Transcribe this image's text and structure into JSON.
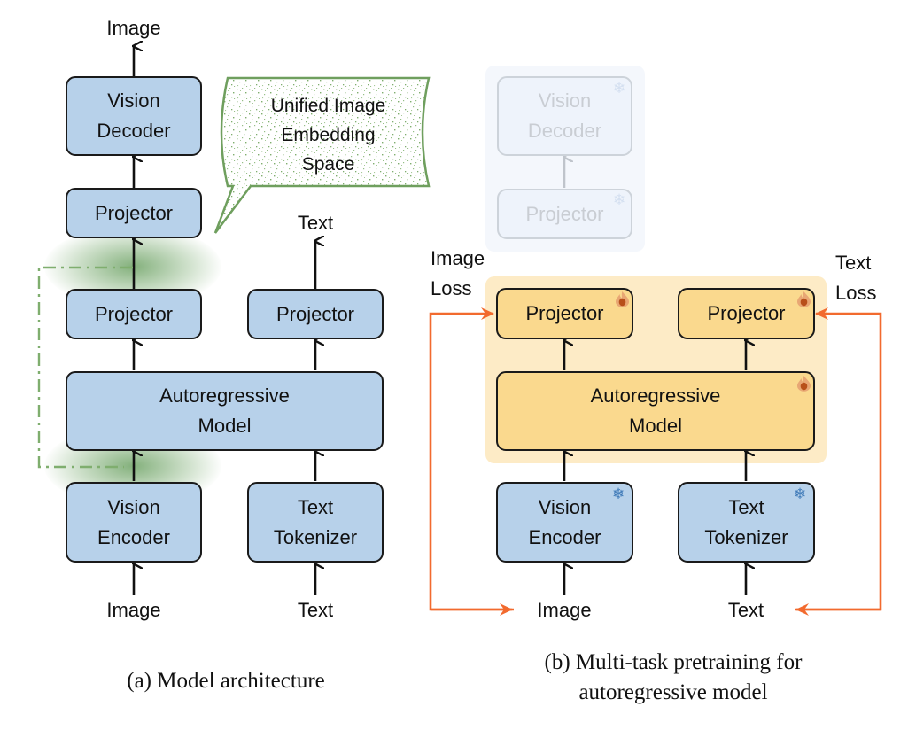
{
  "panel_a": {
    "caption": "(a) Model architecture",
    "labels": {
      "image_out": "Image",
      "text_out": "Text",
      "image_in": "Image",
      "text_in": "Text"
    },
    "boxes": {
      "vision_decoder": [
        "Vision",
        "Decoder"
      ],
      "projector_top": "Projector",
      "projector_image": "Projector",
      "projector_text": "Projector",
      "autoregressive": [
        "Autoregressive",
        "Model"
      ],
      "vision_encoder": [
        "Vision",
        "Encoder"
      ],
      "text_tokenizer": [
        "Text",
        "Tokenizer"
      ]
    },
    "callout": [
      "Unified Image",
      "Embedding",
      "Space"
    ]
  },
  "panel_b": {
    "caption": [
      "(b) Multi-task pretraining for",
      "autoregressive model"
    ],
    "labels": {
      "image_loss": [
        "Image",
        "Loss"
      ],
      "text_loss": [
        "Text",
        "Loss"
      ],
      "image_in": "Image",
      "text_in": "Text"
    },
    "boxes": {
      "vision_decoder": [
        "Vision",
        "Decoder"
      ],
      "projector_frozen": "Projector",
      "projector_image": "Projector",
      "projector_text": "Projector",
      "autoregressive": [
        "Autoregressive",
        "Model"
      ],
      "vision_encoder": [
        "Vision",
        "Encoder"
      ],
      "text_tokenizer": [
        "Text",
        "Tokenizer"
      ]
    },
    "icons": {
      "frozen": "snowflake-icon",
      "trainable": "flame-icon"
    }
  },
  "colors": {
    "module_blue": "#b7d1ea",
    "trainable_yellow": "#fad98e",
    "trainable_region": "#fdebc6",
    "frozen_region": "#f4f7fc",
    "loss_arrow": "#f26a2e",
    "embedding_green": "#6f9f5e",
    "snowflake": "#3f7ab8",
    "flame": "#c0561d"
  }
}
